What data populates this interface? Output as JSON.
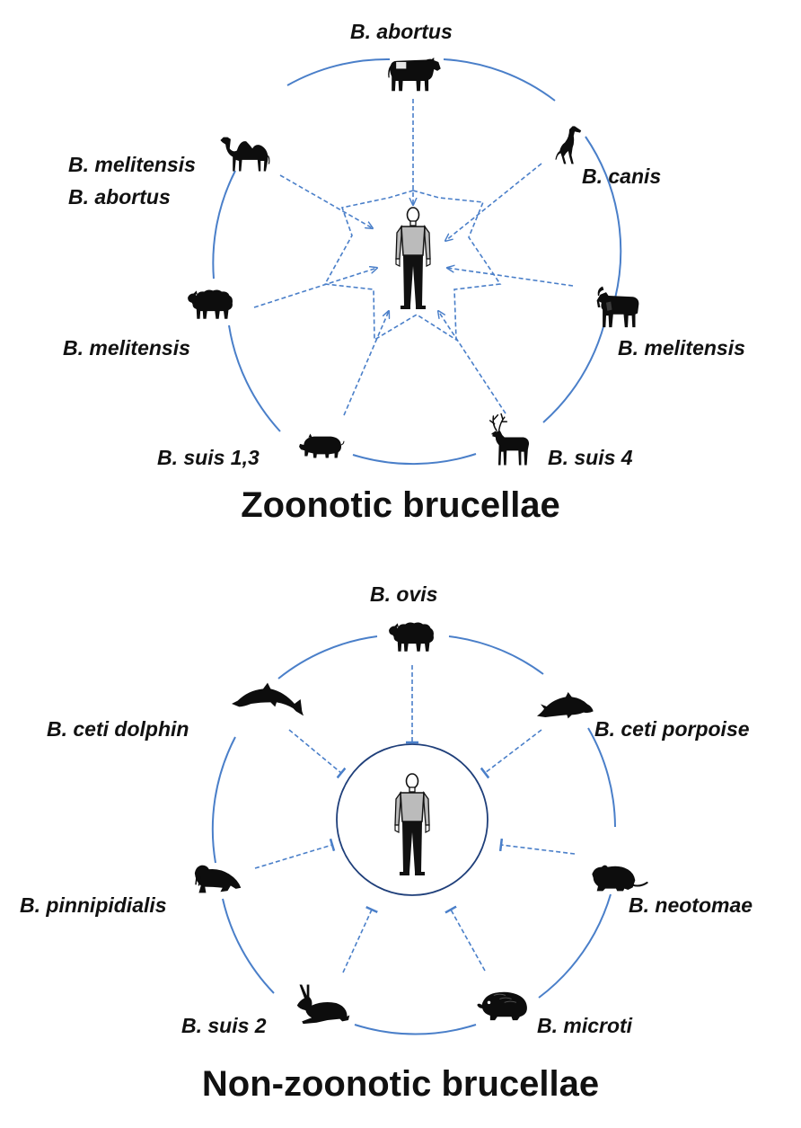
{
  "colors": {
    "circle": "#4a7fc9",
    "arrow": "#4a7fc9",
    "inner_ring": "#1f3f7a",
    "silhouette": "#0d0d0d",
    "human_shirt": "#bbbbbb",
    "text": "#111111"
  },
  "zoonotic": {
    "title": "Zoonotic brucellae",
    "center": "human-icon",
    "hosts": [
      {
        "id": "cattle",
        "icon": "cattle-icon",
        "labels": [
          "B. abortus"
        ]
      },
      {
        "id": "dog",
        "icon": "dog-icon",
        "labels": [
          "B. canis"
        ]
      },
      {
        "id": "goat",
        "icon": "goat-icon",
        "labels": [
          "B. melitensis"
        ]
      },
      {
        "id": "reindeer",
        "icon": "reindeer-icon",
        "labels": [
          "B. suis 4"
        ]
      },
      {
        "id": "pig",
        "icon": "pig-icon",
        "labels": [
          "B. suis 1,3"
        ]
      },
      {
        "id": "sheep",
        "icon": "sheep-icon",
        "labels": [
          "B. melitensis"
        ]
      },
      {
        "id": "camel",
        "icon": "camel-icon",
        "labels": [
          "B. melitensis",
          "B. abortus"
        ]
      }
    ]
  },
  "nonzoonotic": {
    "title": "Non-zoonotic brucellae",
    "center": "human-icon",
    "hosts": [
      {
        "id": "sheep",
        "icon": "sheep-icon",
        "labels": [
          "B. ovis"
        ]
      },
      {
        "id": "porpoise",
        "icon": "porpoise-icon",
        "labels": [
          "B. ceti  porpoise"
        ]
      },
      {
        "id": "woodrat",
        "icon": "woodrat-icon",
        "labels": [
          "B. neotomae"
        ]
      },
      {
        "id": "vole",
        "icon": "vole-icon",
        "labels": [
          "B. microti"
        ]
      },
      {
        "id": "hare",
        "icon": "hare-icon",
        "labels": [
          "B. suis 2"
        ]
      },
      {
        "id": "walrus",
        "icon": "walrus-icon",
        "labels": [
          "B. pinnipidialis"
        ]
      },
      {
        "id": "dolphin",
        "icon": "dolphin-icon",
        "labels": [
          "B. ceti dolphin"
        ]
      }
    ]
  }
}
